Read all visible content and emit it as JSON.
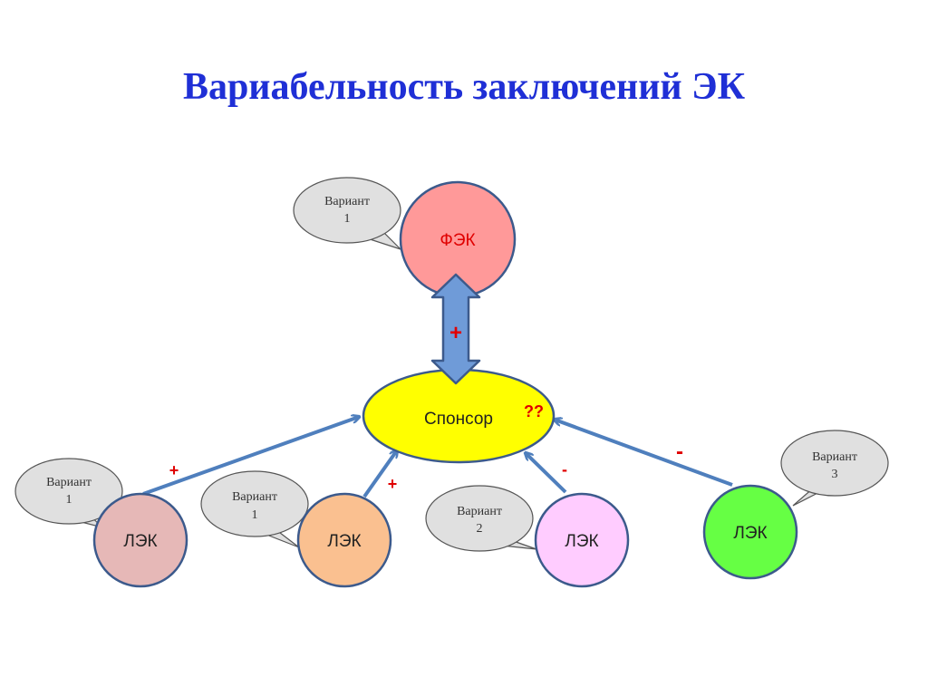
{
  "title": "Вариабельность заключений ЭК",
  "nodes": {
    "fek": {
      "label": "ФЭК",
      "fill": "#ff9999",
      "text_color": "#e00000"
    },
    "sponsor": {
      "label": "Спонсор",
      "fill": "#ffff00",
      "mark": "??",
      "mark_color": "#e00000"
    },
    "lek1": {
      "label": "ЛЭК",
      "fill": "#e6b8b7"
    },
    "lek2": {
      "label": "ЛЭК",
      "fill": "#fac090"
    },
    "lek3": {
      "label": "ЛЭК",
      "fill": "#ffccff"
    },
    "lek4": {
      "label": "ЛЭК",
      "fill": "#66ff44"
    }
  },
  "bubbles": {
    "fek": {
      "line1": "Вариант",
      "line2": "1"
    },
    "lek1": {
      "line1": "Вариант",
      "line2": "1"
    },
    "lek2": {
      "line1": "Вариант",
      "line2": "1"
    },
    "lek3": {
      "line1": "Вариант",
      "line2": "2"
    },
    "lek4": {
      "line1": "Вариант",
      "line2": "3"
    }
  },
  "signs": {
    "fek_sponsor": "+",
    "lek1": "+",
    "lek2": "+",
    "lek3": "-",
    "lek4": "-"
  },
  "colors": {
    "title": "#1f2fd6",
    "node_outline": "#3c5a8c",
    "arrow": "#4f7fbd",
    "bubble_fill": "#e0e0e0",
    "sign": "#e00000"
  }
}
